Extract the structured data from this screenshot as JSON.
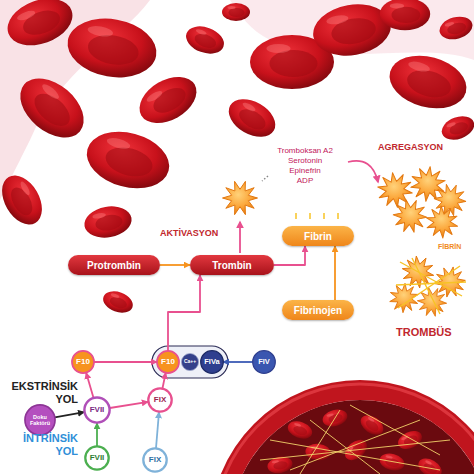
{
  "diagram": {
    "nodes": [
      {
        "text": [
          "Protrombin"
        ]
      },
      {
        "text": [
          "Trombin"
        ]
      },
      {
        "text": [
          "Fibrin"
        ]
      },
      {
        "text": [
          "Fibrinojen"
        ]
      },
      {
        "text": [
          "F10"
        ]
      },
      {
        "text": [
          "F10"
        ]
      },
      {
        "text": [
          "Ca++"
        ]
      },
      {
        "text": [
          "FIVa"
        ]
      },
      {
        "text": [
          "FIV"
        ]
      },
      {
        "text": [
          "Doku Faktörü"
        ]
      },
      {
        "text": [
          "FVII"
        ]
      },
      {
        "text": [
          "FIX"
        ]
      },
      {
        "text": [
          "FVII"
        ]
      },
      {
        "text": [
          "FIX"
        ]
      }
    ],
    "edges": [
      {
        "from": 0,
        "to": 1,
        "arrow": "to"
      },
      {
        "from": 1,
        "to": 2,
        "arrow": "to"
      },
      {
        "from": 3,
        "to": 2,
        "arrow": "to"
      },
      {
        "from": 4,
        "to": 5,
        "arrow": "to"
      },
      {
        "from": 5,
        "to": 1,
        "arrow": "to"
      },
      {
        "from": 8,
        "to": 7,
        "arrow": "to"
      },
      {
        "from": 9,
        "to": 10,
        "arrow": "to"
      },
      {
        "from": 10,
        "to": 4,
        "arrow": "to"
      },
      {
        "from": 10,
        "to": 11,
        "arrow": "to"
      },
      {
        "from": 11,
        "to": 5,
        "arrow": "to"
      },
      {
        "from": 12,
        "to": 10,
        "arrow": "to"
      },
      {
        "from": 13,
        "to": 11,
        "arrow": "to"
      }
    ],
    "labels": [
      "Tromboksan A2",
      "Serotonin",
      "Epinefrin",
      "ADP",
      "AGREGASYON",
      "AKTİVASYON",
      "FİBRİN",
      "TROMBÜS",
      "EKSTRİNSİK YOL",
      "İNTRİNSİK YOL"
    ]
  }
}
